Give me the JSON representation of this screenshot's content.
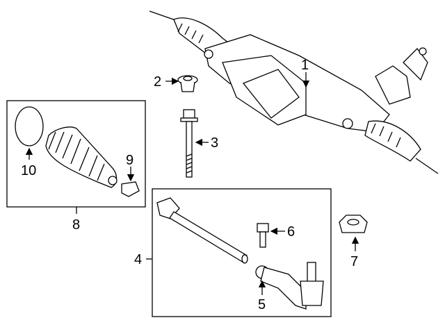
{
  "title": "Steering gear parts diagram",
  "callouts": [
    {
      "id": "1",
      "label": "1"
    },
    {
      "id": "2",
      "label": "2"
    },
    {
      "id": "3",
      "label": "3"
    },
    {
      "id": "4",
      "label": "4"
    },
    {
      "id": "5",
      "label": "5"
    },
    {
      "id": "6",
      "label": "6"
    },
    {
      "id": "7",
      "label": "7"
    },
    {
      "id": "8",
      "label": "8"
    },
    {
      "id": "9",
      "label": "9"
    },
    {
      "id": "10",
      "label": "10"
    }
  ]
}
